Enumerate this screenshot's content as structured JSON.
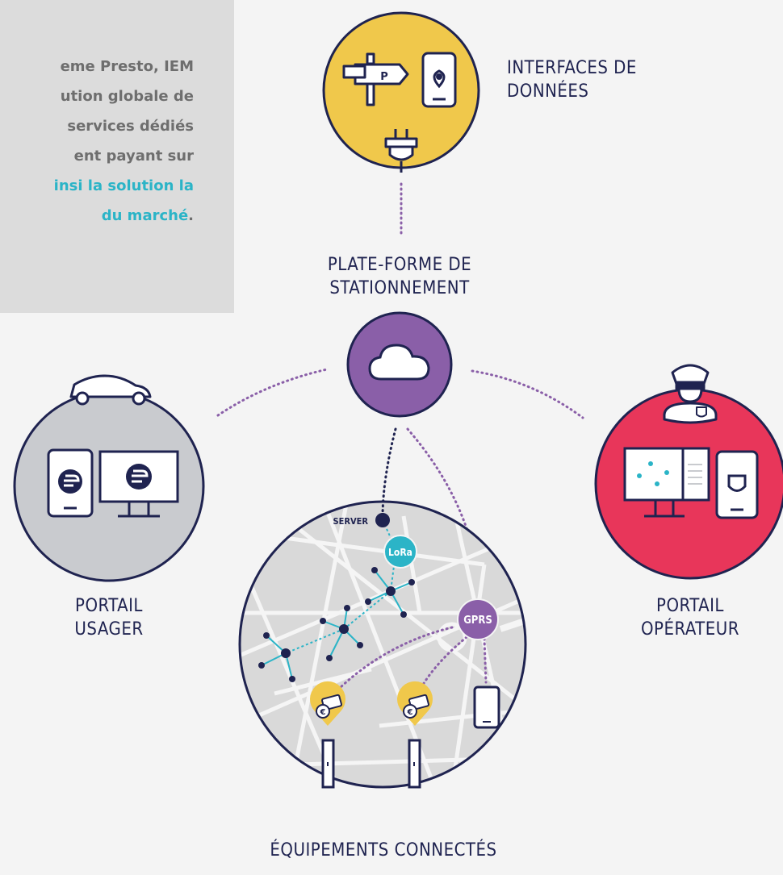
{
  "intro": {
    "lines": [
      "eme Presto, IEM",
      "ution globale de",
      "services dédiés",
      "ent payant sur",
      "insi la solution la",
      "du marché"
    ],
    "period": "."
  },
  "nodes": {
    "interfaces": {
      "line1": "INTERFACES DE",
      "line2": "DONNÉES",
      "color": "#f0c84b"
    },
    "platform": {
      "line1": "PLATE-FORME DE",
      "line2": "STATIONNEMENT",
      "color": "#8a5fa8"
    },
    "user": {
      "line1": "PORTAIL",
      "line2": "USAGER",
      "color": "#c9cbcf"
    },
    "operator": {
      "line1": "PORTAIL",
      "line2": "OPÉRATEUR",
      "color": "#e8365a"
    },
    "equipment": {
      "label": "ÉQUIPEMENTS CONNECTÉS",
      "color": "#d9d9d9"
    }
  },
  "map_labels": {
    "server": "SERVER",
    "lora": "LoRa",
    "gprs": "GPRS"
  },
  "icons": {
    "euro": "€",
    "parking": "P",
    "list": [
      "signpost-icon",
      "phone-location-icon",
      "plug-icon",
      "cloud-icon",
      "car-icon",
      "phone-app-icon",
      "monitor-app-icon",
      "police-officer-icon",
      "monitor-map-icon",
      "phone-shield-icon",
      "payment-pin-icon",
      "parking-terminal-icon",
      "smartphone-icon"
    ]
  },
  "colors": {
    "navy": "#1f2350",
    "dots": "#8a5fa8",
    "teal": "#2bb4c7"
  }
}
